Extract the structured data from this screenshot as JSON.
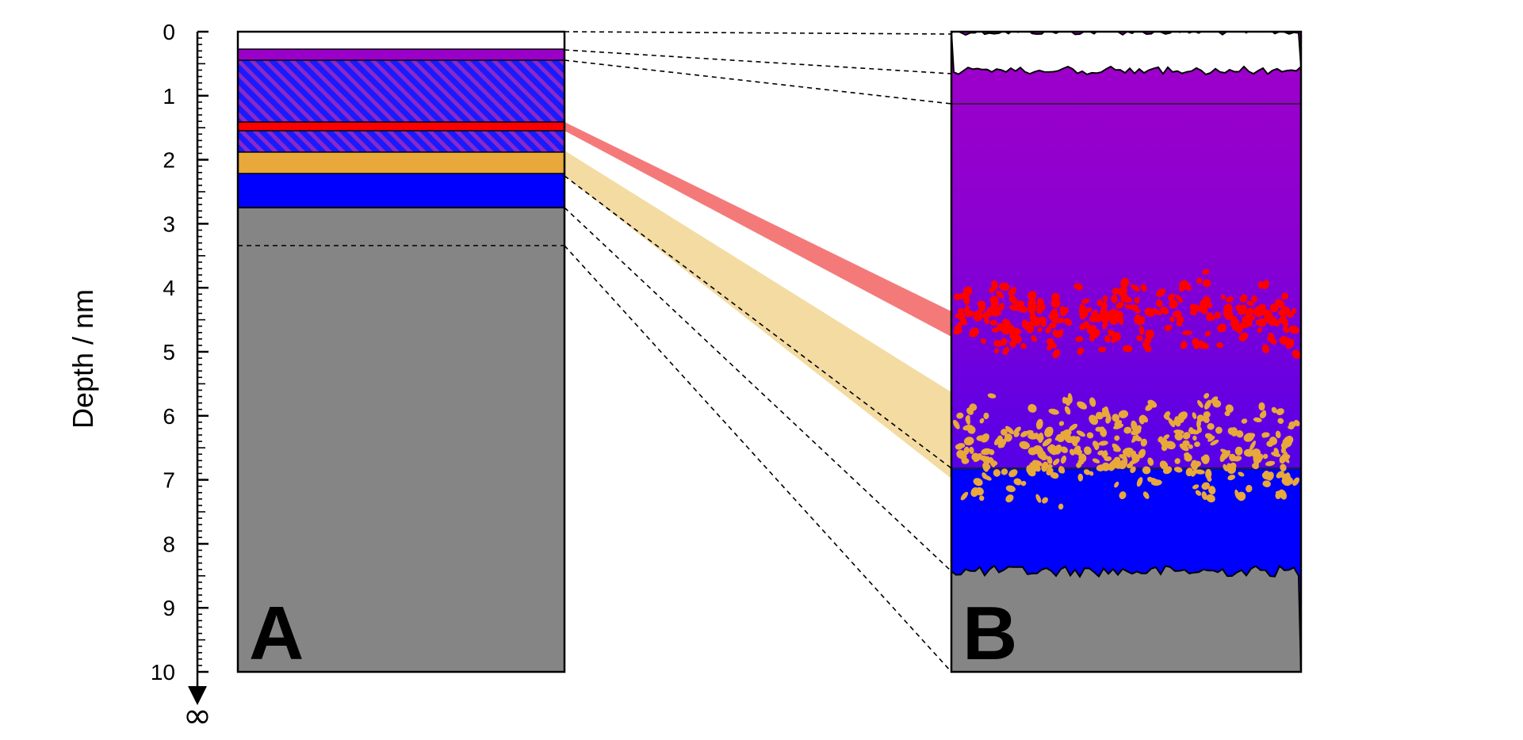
{
  "axis": {
    "title": "Depth / nm",
    "ticks": [
      "0",
      "1",
      "2",
      "3",
      "4",
      "5",
      "6",
      "7",
      "8",
      "9",
      "10"
    ],
    "infinity_symbol": "∞"
  },
  "panels": {
    "a": {
      "label": "A"
    },
    "b": {
      "label": "B"
    }
  },
  "colors": {
    "white_layer": "#ffffff",
    "violet": "#9a00c8",
    "purple_deep": "#8a00d8",
    "blue": "#0000ff",
    "hatch_stripe": "#7a1fb8",
    "red": "#ff0000",
    "orange": "#e8a83a",
    "grey": "#858585",
    "red_band": "#f47a7a",
    "orange_band": "#f3dba2"
  },
  "panel_a_layers_nm": [
    {
      "name": "white-top-layer",
      "top": 0.0,
      "bottom": 0.28
    },
    {
      "name": "violet-layer",
      "top": 0.28,
      "bottom": 0.45
    },
    {
      "name": "hatched-layer",
      "top": 0.45,
      "bottom": 1.9
    },
    {
      "name": "red-layer",
      "top": 1.43,
      "bottom": 1.57
    },
    {
      "name": "orange-layer",
      "top": 1.9,
      "bottom": 2.22
    },
    {
      "name": "blue-layer",
      "top": 2.22,
      "bottom": 2.75
    },
    {
      "name": "grey-substrate",
      "top": 2.75,
      "bottom": 10.0
    }
  ],
  "panel_a_dashed_depth_nm": 3.35,
  "panel_b_interfaces_nm": {
    "surface": 0.0,
    "rough_top": 0.65,
    "inner_line": 1.13,
    "red_particles_center": 4.55,
    "orange_particles_center": 6.55,
    "blue_boundary": 6.82,
    "grey_boundary": 8.4,
    "bottom": 10.0
  }
}
